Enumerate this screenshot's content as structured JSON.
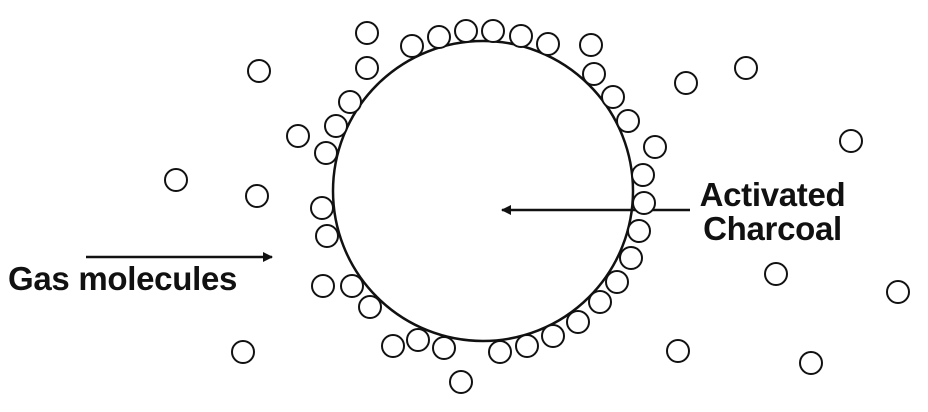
{
  "labels": {
    "charcoal_line1": "Activated",
    "charcoal_line2": "Charcoal",
    "gas": "Gas molecules"
  },
  "colors": {
    "stroke": "#111111",
    "background": "#ffffff"
  }
}
